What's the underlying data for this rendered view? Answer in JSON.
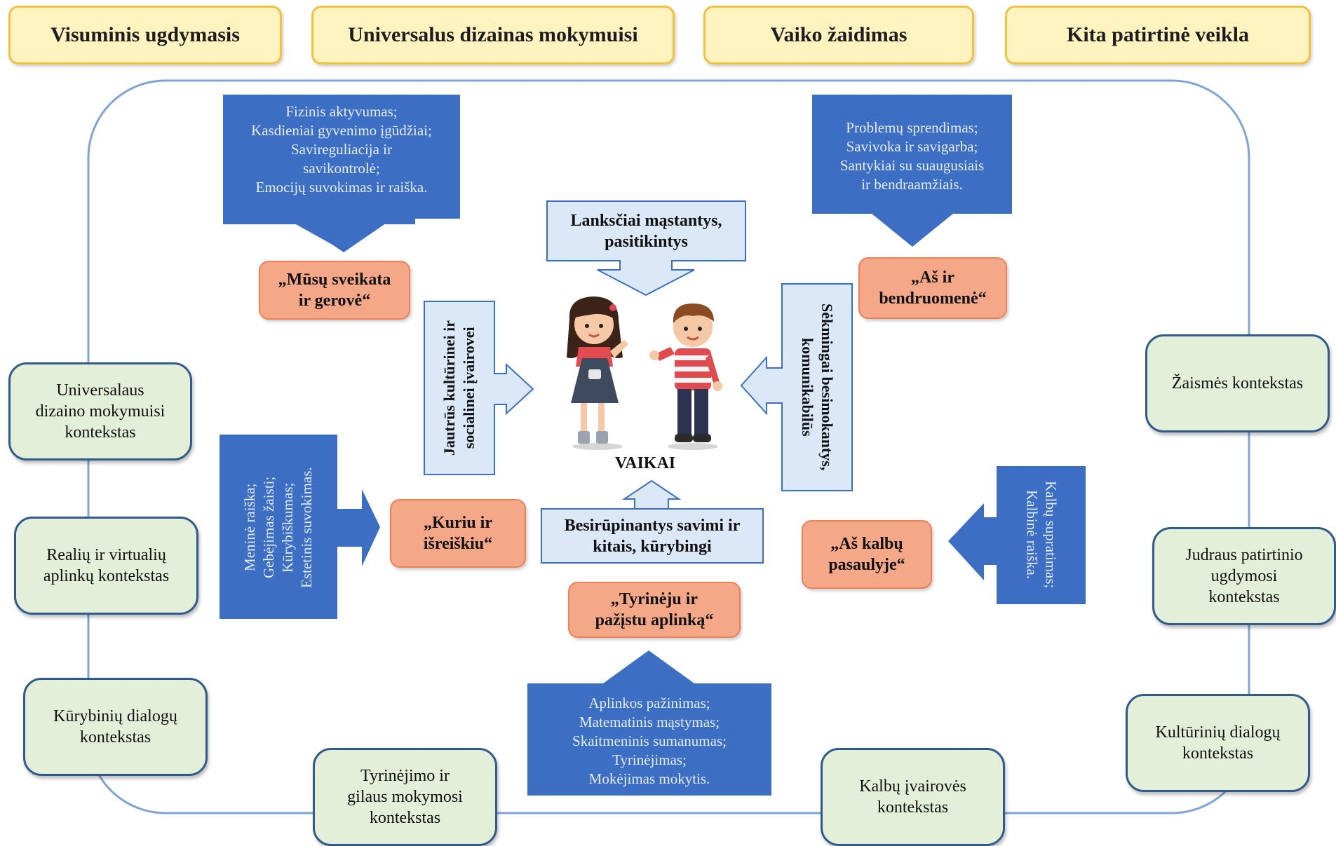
{
  "top_categories": [
    "Visuminis ugdymasis",
    "Universalus dizainas mokymuisi",
    "Vaiko žaidimas",
    "Kita patirtinė veikla"
  ],
  "contexts": {
    "left": [
      [
        "Universalaus",
        "dizaino mokymuisi",
        "kontekstas"
      ],
      [
        "Realių ir virtualių",
        "aplinkų kontekstas"
      ],
      [
        "Kūrybinių dialogų",
        "kontekstas"
      ]
    ],
    "bottom": [
      [
        "Tyrinėjimo ir",
        "gilaus mokymosi",
        "kontekstas"
      ],
      [
        "Kalbų įvairovės",
        "kontekstas"
      ]
    ],
    "right": [
      [
        "Žaismės kontekstas"
      ],
      [
        "Judraus patirtinio",
        "ugdymosi",
        "kontekstas"
      ],
      [
        "Kultūrinių dialogų",
        "kontekstas"
      ]
    ]
  },
  "competencies": {
    "top_left": [
      "Fizinis aktyvumas;",
      "Kasdieniai gyvenimo įgūdžiai;",
      "Savireguliacija ir",
      "savikontrolė;",
      "Emocijų suvokimas ir raiška."
    ],
    "top_right": [
      "Problemų sprendimas;",
      "Savivoka ir savigarba;",
      "Santykiai su suaugusiais",
      "ir bendraamžiais."
    ],
    "left": [
      "Meninė raiška;",
      "Gebėjimas žaisti;",
      "Kūrybiškumas;",
      "Estetinis suvokimas."
    ],
    "right": [
      "Kalbų supratimas;",
      "Kalbinė raiška."
    ],
    "bottom": [
      "Aplinkos pažinimas;",
      "Matematinis mąstymas;",
      "Skaitmeninis sumanumas;",
      "Tyrinėjimas;",
      "Mokėjimas mokytis."
    ]
  },
  "themes": {
    "health": [
      "„Mūsų sveikata",
      "ir gerovė“"
    ],
    "community": [
      "„Aš ir",
      "bendruomenė“"
    ],
    "create": [
      "„Kuriu ir",
      "išreiškiu“"
    ],
    "languages": [
      "„Aš kalbų",
      "pasaulyje“"
    ],
    "explore": [
      "„Tyrinėju ir",
      "pažįstu aplinką“"
    ]
  },
  "traits": {
    "top": [
      "Lanksčiai mąstantys,",
      "pasitikintys"
    ],
    "left": [
      "Jautrūs kultūrinei ir",
      "socialinei įvairovei"
    ],
    "right": [
      "Sėkmingai besimokantys,",
      "komunikabilūs"
    ],
    "bottom": [
      "Besirūpinantys savimi ir",
      "kitais,  kūrybingi"
    ]
  },
  "center_label": "VAIKAI",
  "colors": {
    "top_pill_fill": "#fff3c0",
    "top_pill_border": "#f3c13d",
    "context_fill": "#e3efd9",
    "context_border": "#2f5a89",
    "competency_blue": "#3c6fc4",
    "theme_orange": "#f4a888",
    "trait_light_blue": "#dbe8f7",
    "frame_line": "#7ea3d6"
  }
}
